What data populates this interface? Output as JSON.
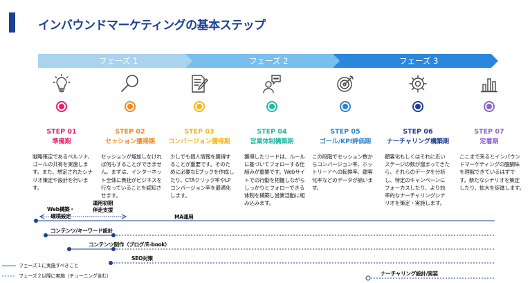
{
  "title": "インバウンドマーケティングの基本ステップ",
  "phases": [
    {
      "label": "フェーズ 1",
      "color": "#a9d3ef"
    },
    {
      "label": "フェーズ 2",
      "color": "#78bfee"
    },
    {
      "label": "フェーズ 3",
      "color": "#2b87dd"
    }
  ],
  "steps": [
    {
      "num": "STEP 01",
      "name": "準備期",
      "color": "#e41f6e",
      "icon": "lightbulb-icon",
      "desc": "戦略策定であるペルソナ、ゴールの共有を実施します。また、想定されたシナリオ策定や設計を行います。"
    },
    {
      "num": "STEP 02",
      "name": "セッション獲得期",
      "color": "#f08a1d",
      "icon": "magnifier-icon",
      "desc": "セッションが増加しなければ何もすることができません。まずは、インターネット全体に貴社がビジネスを行なっていることを認知させます。"
    },
    {
      "num": "STEP 03",
      "name": "コンバージョン獲得期",
      "color": "#f5b618",
      "icon": "document-pen-icon",
      "desc": "少しでも個人情報を獲得することが重要です。そのために必要なEブックを作成したり、CTAクリック率やLPコンバージョン率を最適化します。"
    },
    {
      "num": "STEP 04",
      "name": "営業体制構築期",
      "color": "#23b8a4",
      "icon": "person-chat-icon",
      "desc": "獲得したリードは、ルールに基づいてフォローする仕組みが重要です。Webサイトでの行動を把握しながらしっかりとフォローできる体制を構築し営業活動に組み込みます。"
    },
    {
      "num": "STEP 05",
      "name": "ゴール/KPI評価期",
      "color": "#2d84cf",
      "icon": "target-icon",
      "desc": "この段階でセッション数からコンバージョン率、ホットリードへの転換率、顧客化率などのデータが揃います。"
    },
    {
      "num": "STEP 06",
      "name": "ナーチャリング構築期",
      "color": "#1d3f91",
      "icon": "gear-wrench-icon",
      "desc": "顧客化もしくはそれに近いステージの数が溜まってきたら、それらのデータを分析し、特定のキャンペーンにフォーカスしたり、より効率的なナーチャリングシナリオを策定・実施します。"
    },
    {
      "num": "STEP 07",
      "name": "定着期",
      "color": "#8a66cc",
      "icon": "bar-chart-icon",
      "desc": "ここまで来るとインバウンドマーケティングの醍醐味を理解できているはずです。新たなシナリオを策定したり、拡大を促進します。"
    }
  ],
  "timeline": {
    "web_label": "Web構築・\n環境設定",
    "support_label": "運用初期\n伴走支援",
    "ma_label": "MA運用",
    "content_design": "コンテンツ/キーワード設計",
    "content_production": "コンテンツ制作（ブログ/E-book）",
    "seo": "SEO対策",
    "nurturing": "ナーチャリング設計/実装"
  },
  "legend": {
    "solid": "フェーズ１に実施すべきこと",
    "dashed": "フェーズ２以降に実施（チューニング含む）"
  }
}
